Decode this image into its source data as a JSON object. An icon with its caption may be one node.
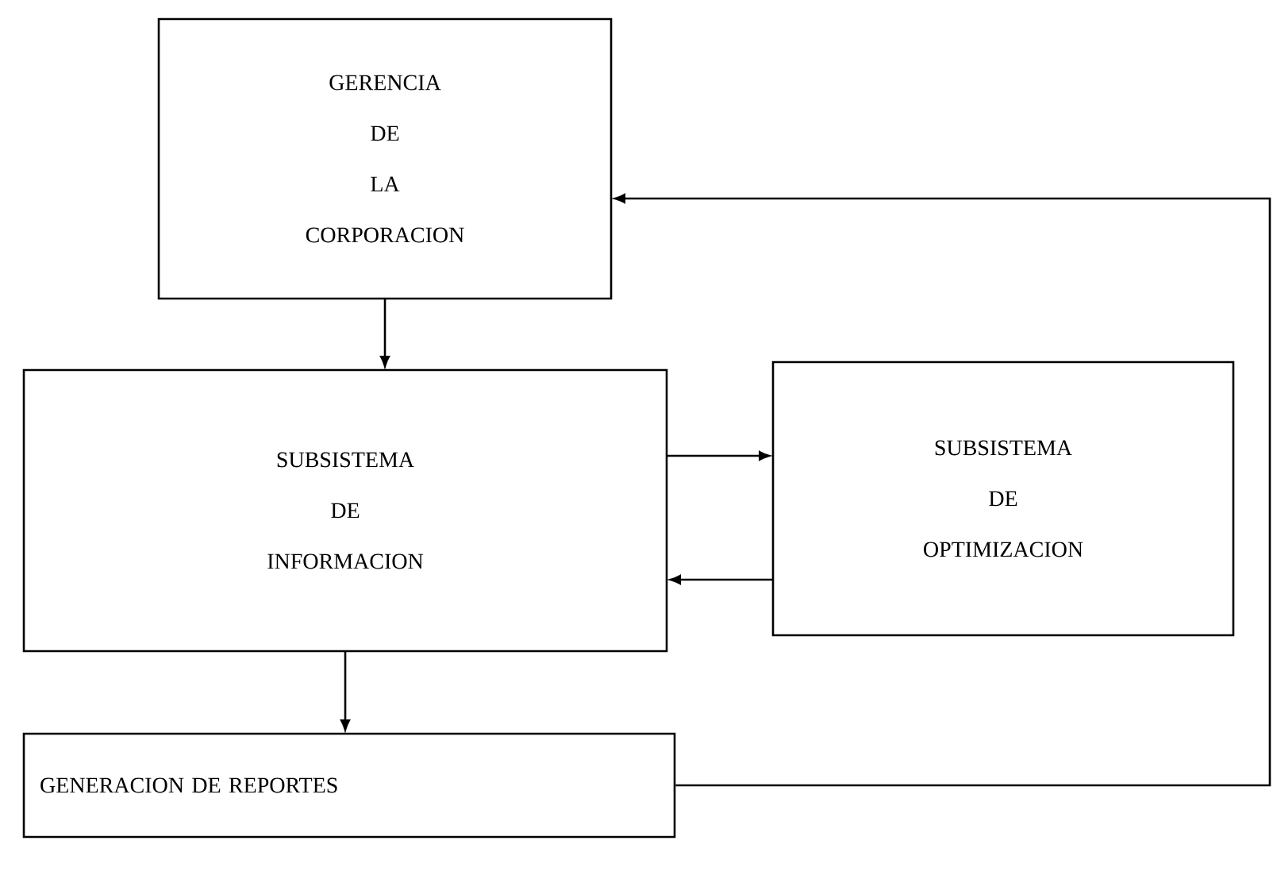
{
  "diagram": {
    "nodes": [
      {
        "text": [
          "GERENCIA DE LA CORPORACION"
        ]
      },
      {
        "text": [
          "SUBSISTEMA DE INFORMACION"
        ]
      },
      {
        "text": [
          "SUBSISTEMA DE OPTIMIZACION"
        ]
      },
      {
        "text": [
          "GENERACION DE REPORTES"
        ]
      }
    ],
    "edges": [
      {
        "from": 0,
        "to": 1,
        "arrow": "to"
      },
      {
        "from": 1,
        "to": 2,
        "arrow": "to"
      },
      {
        "from": 2,
        "to": 1,
        "arrow": "to"
      },
      {
        "from": 1,
        "to": 3,
        "arrow": "to"
      },
      {
        "from": 3,
        "to": 0,
        "arrow": "to"
      }
    ]
  }
}
